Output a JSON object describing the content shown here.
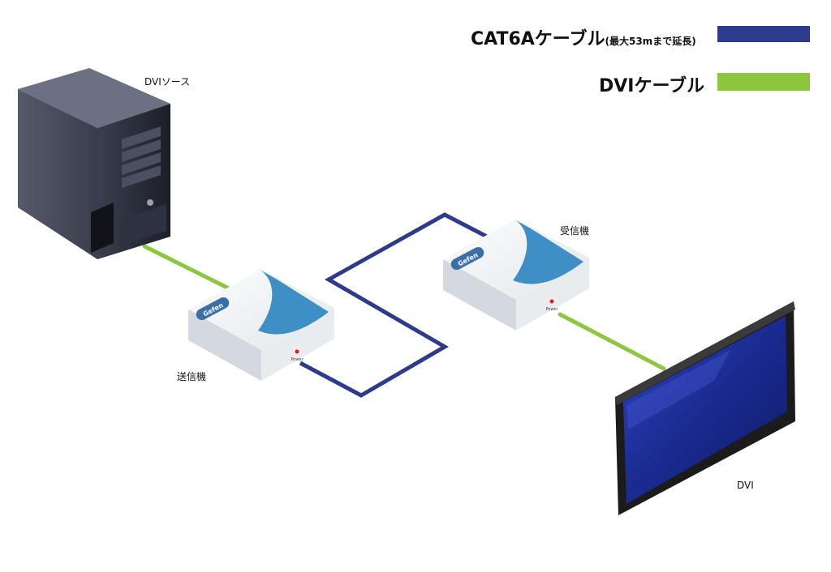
{
  "legend": {
    "cat6a": {
      "label_main": "CAT6Aケーブル",
      "label_note": "(最大53mまで延長)",
      "color": "#2e3a8c"
    },
    "dvi": {
      "label": "DVIケーブル",
      "color": "#8dc63f"
    }
  },
  "devices": {
    "source": {
      "label": "DVIソース"
    },
    "transmitter": {
      "label": "送信機",
      "brand": "Gefen",
      "power": "Power"
    },
    "receiver": {
      "label": "受信機",
      "brand": "Gefen",
      "power": "Power"
    },
    "display": {
      "label": "DVI"
    }
  },
  "colors": {
    "box_top": "#f2f4f6",
    "box_side": "#d9dde2",
    "box_accent": "#3d8fc6",
    "screen": "#1d2a8a",
    "bezel": "#1b1b1b",
    "tower": "#2a2d3a"
  }
}
